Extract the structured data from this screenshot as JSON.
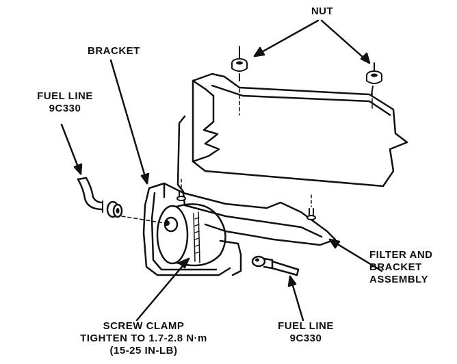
{
  "labels": {
    "nut": "NUT",
    "bracket": "BRACKET",
    "fuel_line_left": {
      "line1": "FUEL LINE",
      "line2": "9C330"
    },
    "filter_bracket_assembly": {
      "line1": "FILTER AND",
      "line2": "BRACKET",
      "line3": "ASSEMBLY"
    },
    "screw_clamp": {
      "line1": "SCREW CLAMP",
      "line2": "TIGHTEN TO 1.7-2.8 N·m",
      "line3": "(15-25 IN-LB)"
    },
    "fuel_line_bottom": {
      "line1": "FUEL LINE",
      "line2": "9C330"
    }
  },
  "colors": {
    "ink": "#111111",
    "paper": "#ffffff"
  }
}
